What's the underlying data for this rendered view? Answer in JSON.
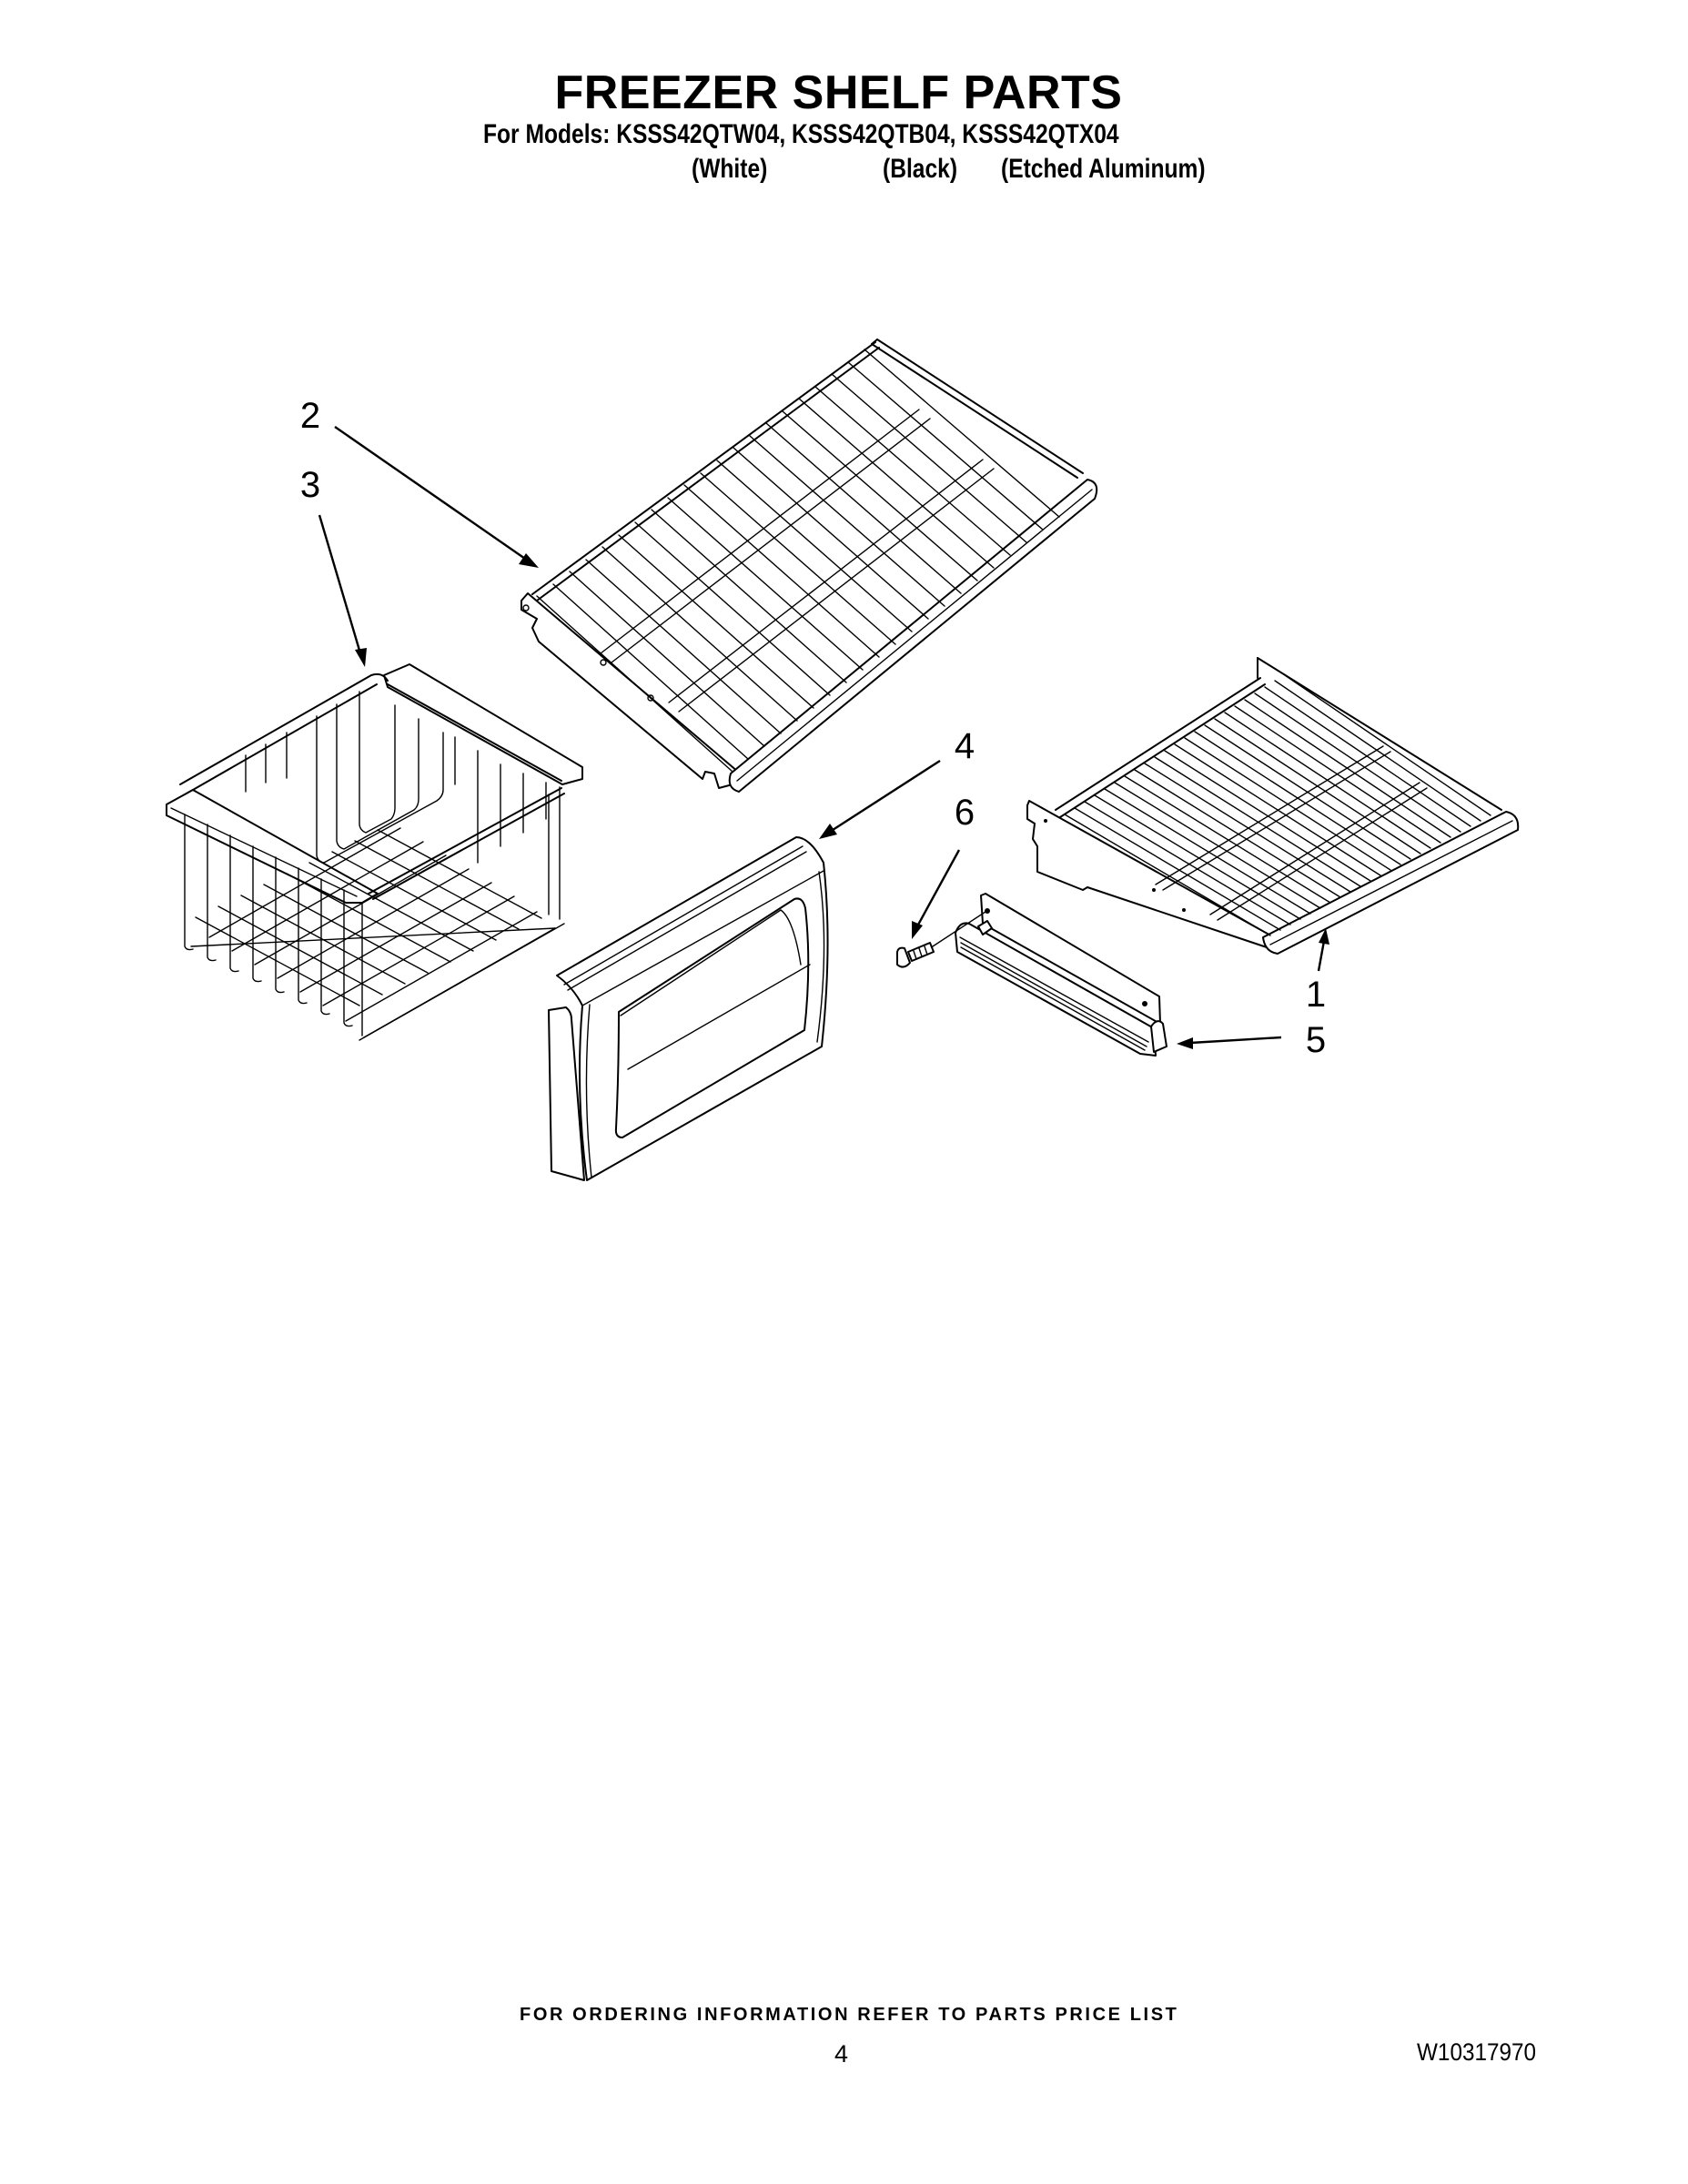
{
  "header": {
    "title": "FREEZER SHELF PARTS",
    "models_line": "For Models: KSSS42QTW04, KSSS42QTB04, KSSS42QTX04",
    "model_variants": [
      {
        "model": "KSSS42QTW04",
        "finish": "(White)"
      },
      {
        "model": "KSSS42QTB04",
        "finish": "(Black)"
      },
      {
        "model": "KSSS42QTX04",
        "finish": "(Etched Aluminum)"
      }
    ]
  },
  "diagram": {
    "callouts": [
      {
        "id": "1",
        "label": "1",
        "part": "freezer-wire-shelf-right"
      },
      {
        "id": "2",
        "label": "2",
        "part": "freezer-wire-shelf-upper"
      },
      {
        "id": "3",
        "label": "3",
        "part": "freezer-wire-basket"
      },
      {
        "id": "4",
        "label": "4",
        "part": "basket-front-panel"
      },
      {
        "id": "5",
        "label": "5",
        "part": "shelf-trim-rail"
      },
      {
        "id": "6",
        "label": "6",
        "part": "screw"
      }
    ],
    "line_color": "#000000",
    "background": "#ffffff"
  },
  "footer": {
    "ordering_note": "FOR ORDERING INFORMATION REFER TO PARTS PRICE LIST",
    "page_number": "4",
    "document_number": "W10317970"
  }
}
